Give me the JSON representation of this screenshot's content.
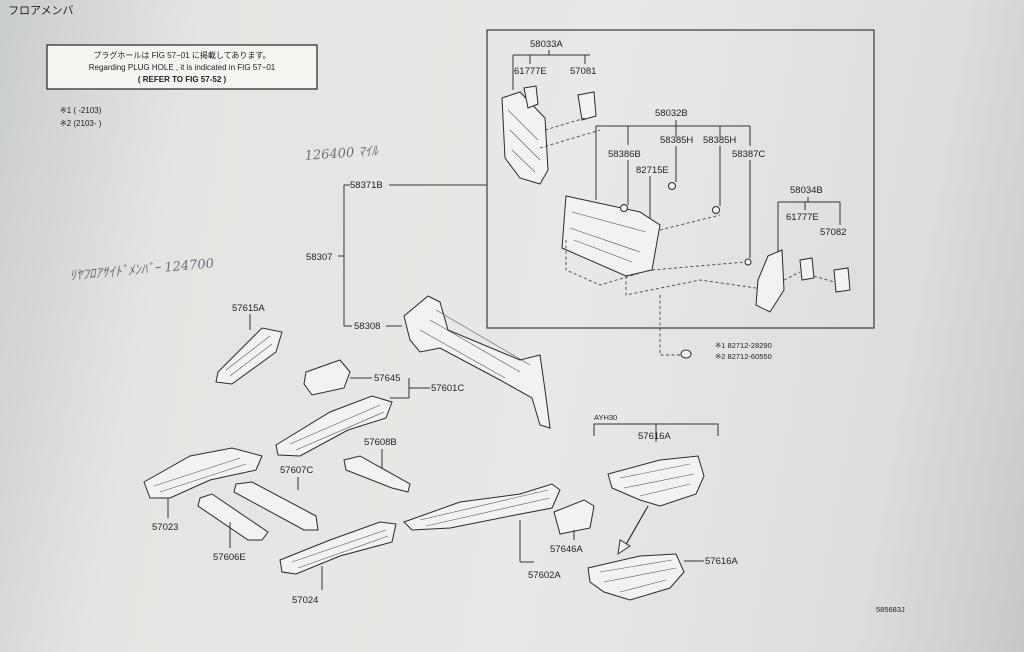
{
  "page_title": "フロアメンバ",
  "notice": {
    "line1": "プラグホールは FIG 57−01 に掲載してあります。",
    "line2": "Regarding PLUG HOLE , it is indicated in FIG 57−01",
    "line3": "( REFER TO FIG 57-52 )"
  },
  "notes": [
    "※1 (      -2103)",
    "※2 (2103-      )"
  ],
  "handwritten": {
    "top": "126400 ﾏｲﾙ",
    "left": "ﾘﾔﾌﾛｱｻｲﾄﾞﾒﾝﾊﾞｰ 124700"
  },
  "labels": {
    "p58033A": "58033A",
    "p61777E_top": "61777E",
    "p57081": "57081",
    "p58032B": "58032B",
    "p58386B": "58386B",
    "p58385H_1": "58385H",
    "p58385H_2": "58385H",
    "p82715E": "82715E",
    "p58387C": "58387C",
    "p58034B": "58034B",
    "p61777E_right": "61777E",
    "p57082": "57082",
    "p58371B": "58371B",
    "p58307": "58307",
    "p58308": "58308",
    "plug1": "※1 82712-28290",
    "plug2": "※2 82712-60550",
    "p57615A": "57615A",
    "p57645": "57645",
    "p57601C": "57601C",
    "p57608B": "57608B",
    "p57607C": "57607C",
    "p57023": "57023",
    "p57606E": "57606E",
    "p57024": "57024",
    "p57602A": "57602A",
    "p57646A": "57646A",
    "variant": "AYH30",
    "p57616A_top": "57616A",
    "p57616A_bottom": "57616A",
    "figure_code": "585683J"
  }
}
